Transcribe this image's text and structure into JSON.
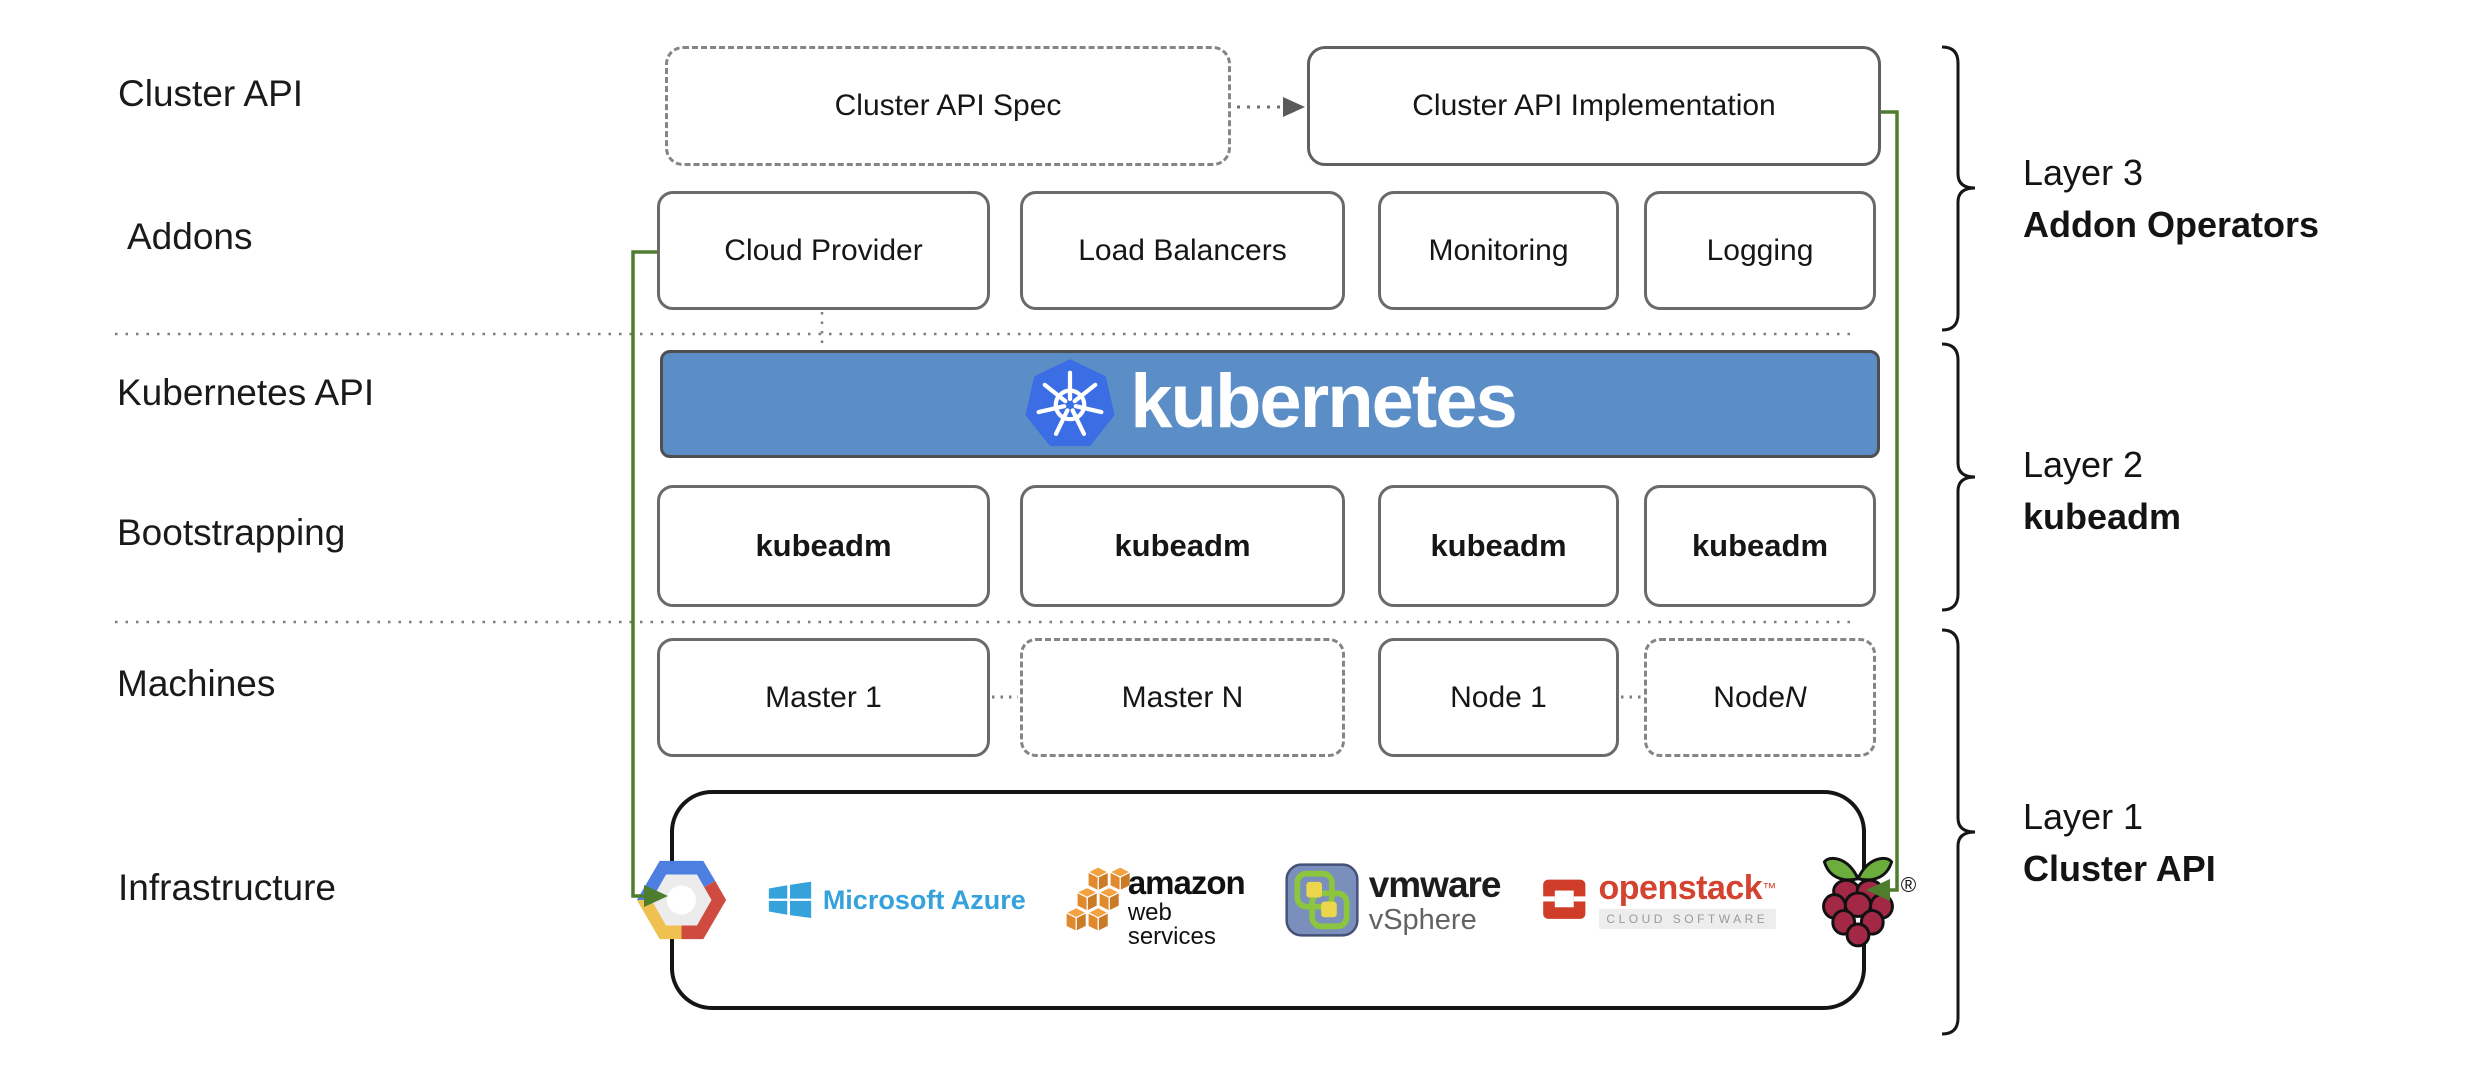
{
  "left_labels": [
    "Cluster API",
    "Addons",
    "Kubernetes API",
    "Bootstrapping",
    "Machines",
    "Infrastructure"
  ],
  "top_row": {
    "spec_label": "Cluster API Spec",
    "impl_label": "Cluster API Implementation"
  },
  "addons_row": [
    "Cloud Provider",
    "Load Balancers",
    "Monitoring",
    "Logging"
  ],
  "banner": {
    "label": "kubernetes"
  },
  "bootstrap_row": [
    "kubeadm",
    "kubeadm",
    "kubeadm",
    "kubeadm"
  ],
  "machines_row": [
    {
      "label": "Master 1",
      "border": "solid",
      "italic_suffix": ""
    },
    {
      "label": "Master N",
      "border": "dashed",
      "italic_suffix": ""
    },
    {
      "label": "Node 1",
      "border": "solid",
      "italic_suffix": ""
    },
    {
      "label": "Node ",
      "border": "dashed",
      "italic_suffix": "N"
    }
  ],
  "layers": [
    {
      "line1": "Layer 3",
      "line2": "Addon Operators"
    },
    {
      "line1": "Layer 2",
      "line2": "kubeadm"
    },
    {
      "line1": "Layer 1",
      "line2": "Cluster API"
    }
  ],
  "infrastructure": {
    "azure_label": "Microsoft Azure",
    "aws_label": "amazon",
    "aws_sub": "web services",
    "vmware_label": "vmware",
    "vmware_sub": "vSphere",
    "openstack_label": "openstack",
    "openstack_tm": "™",
    "openstack_sub": "CLOUD SOFTWARE",
    "raspberry_registered": "®"
  },
  "colors": {
    "banner_bg": "#5b8dc7",
    "k8s_logo_blue": "#3b6de4",
    "green_connector": "#4e7e2d",
    "azure_blue": "#35a2db",
    "aws_orange": "#e8952f",
    "openstack_red": "#d3432f",
    "raspberry_crimson": "#a22846",
    "leaf_green": "#6cae3e",
    "gcp_blue": "#4c7fe0",
    "gcp_red": "#cf4b3f",
    "gcp_yellow": "#f0c050",
    "box_border_gray": "#6a6a6a"
  }
}
